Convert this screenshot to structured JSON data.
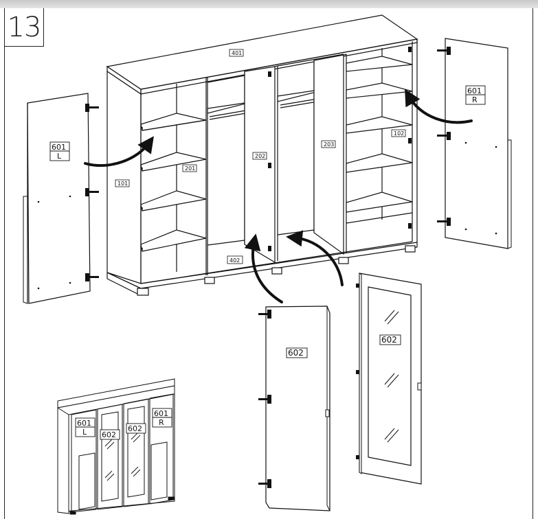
{
  "step_number": "13",
  "labels": {
    "top_panel": "401",
    "bottom_panel": "402",
    "left_side": "101",
    "right_side": "102",
    "shelf_left": "201",
    "partition_a": "202",
    "partition_b": "203",
    "door_left_top": "601",
    "door_left_bottom": "L",
    "door_right_top": "601",
    "door_right_bottom": "R",
    "door_mid_plain": "602",
    "door_mid_glass": "602",
    "mini_left_top": "601",
    "mini_left_bottom": "L",
    "mini_right_top": "601",
    "mini_right_bottom": "R",
    "mini_glass_a": "602",
    "mini_glass_b": "602"
  },
  "icons": [
    "hinge-icon",
    "curved-arrow-icon",
    "handle-icon",
    "glass-hatch-icon"
  ]
}
